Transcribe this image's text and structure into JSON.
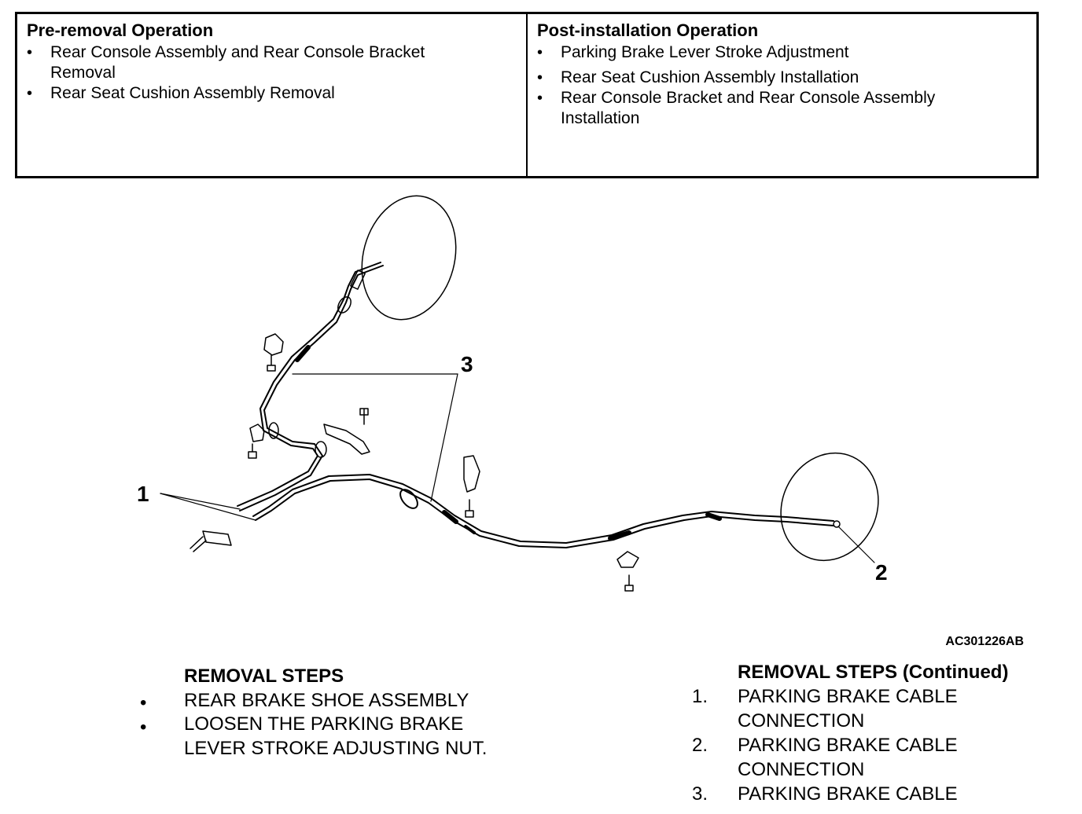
{
  "pre_removal": {
    "title": "Pre-removal Operation",
    "items": [
      [
        "Rear Console Assembly and Rear Console Bracket",
        "Removal"
      ],
      [
        "Rear Seat Cushion Assembly Removal"
      ]
    ]
  },
  "post_installation": {
    "title": "Post-installation Operation",
    "items": [
      [
        "Parking Brake Lever Stroke Adjustment"
      ],
      [
        "Rear Seat Cushion Assembly Installation"
      ],
      [
        "Rear Console Bracket and Rear Console Assembly",
        "Installation"
      ]
    ]
  },
  "diagram": {
    "callouts": [
      "1",
      "2",
      "3"
    ],
    "figure_code": "AC301226AB"
  },
  "removal_steps": {
    "title": "REMOVAL STEPS",
    "bullet": "•",
    "items": [
      [
        "REAR BRAKE SHOE ASSEMBLY"
      ],
      [
        "LOOSEN THE PARKING BRAKE",
        "LEVER STROKE ADJUSTING NUT."
      ]
    ]
  },
  "removal_steps_continued": {
    "title": "REMOVAL STEPS (Continued)",
    "items": [
      {
        "num": "1.",
        "lines": [
          "PARKING BRAKE CABLE",
          "CONNECTION"
        ]
      },
      {
        "num": "2.",
        "lines": [
          "PARKING BRAKE CABLE",
          "CONNECTION"
        ]
      },
      {
        "num": "3.",
        "lines": [
          "PARKING BRAKE CABLE"
        ]
      }
    ]
  }
}
